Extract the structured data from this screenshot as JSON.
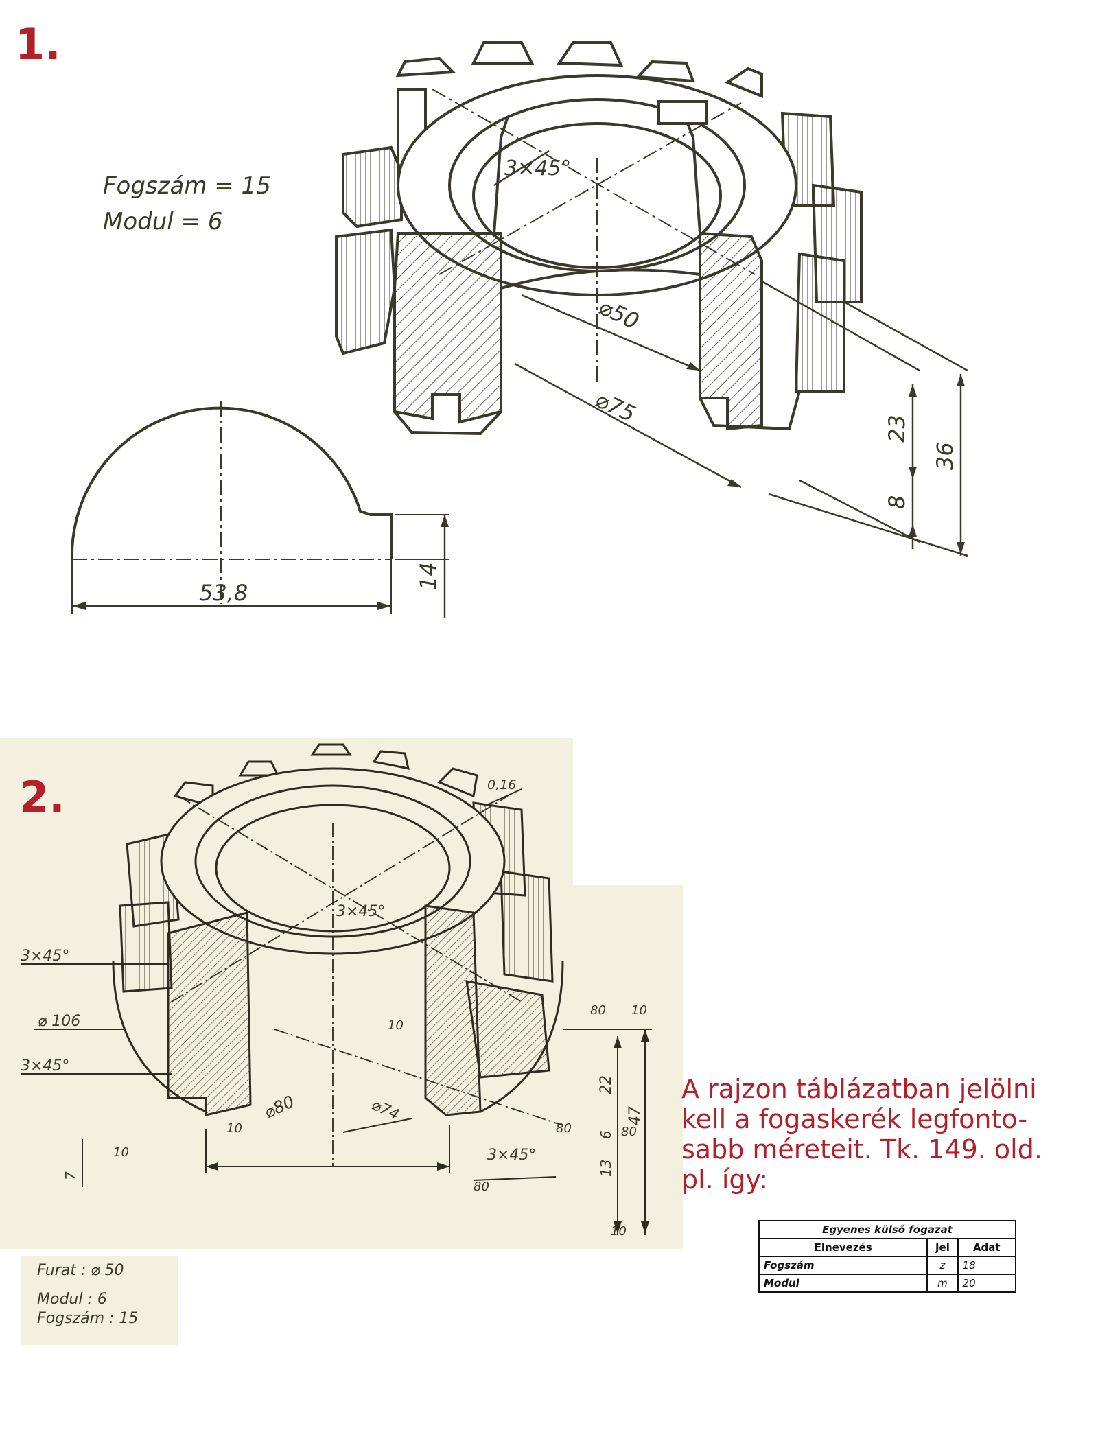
{
  "section1": {
    "label": "1.",
    "gear_params": [
      "Fogszám = 15",
      "Modul = 6"
    ],
    "dims": {
      "chamfer": "3×45°",
      "bore": "⌀50",
      "outer": "⌀75",
      "h23": "23",
      "h36": "36",
      "h8": "8",
      "w53": "53,8",
      "h14": "14"
    }
  },
  "section2": {
    "label": "2.",
    "dims": {
      "d016": "0,16",
      "ch_top": "3×45°",
      "ch_left1": "3×45°",
      "ch_left2": "3×45°",
      "ch_bottom": "3×45°",
      "d106": "⌀ 106",
      "d80": "⌀80",
      "d74": "⌀74",
      "n10a": "10",
      "n10b": "10",
      "n10c": "10",
      "n10d": "10",
      "n10e": "10",
      "n80a": "80",
      "n80b": "80",
      "n80c": "80",
      "n80d": "80",
      "n22": "22",
      "n47": "47",
      "n6": "6",
      "n13": "13",
      "n7": "7"
    },
    "params": [
      "Furat : ⌀ 50",
      "Modul : 6",
      "Fogszám : 15"
    ]
  },
  "note": {
    "lines": [
      "A rajzon táblázatban jelölni",
      "kell a fogaskerék legfonto-",
      "sabb méreteit. Tk. 149. old.",
      "pl. így:"
    ]
  },
  "spec_table": {
    "title": "Egyenes külső fogazat",
    "headers": [
      "Elnevezés",
      "Jel",
      "Adat"
    ],
    "rows": [
      [
        "Fogszám",
        "z",
        "18"
      ],
      [
        "Modul",
        "m",
        "20"
      ]
    ]
  },
  "colors": {
    "accent": "#b3202a",
    "ink": "#3b3a2a",
    "paper2": "#f3f0df"
  }
}
